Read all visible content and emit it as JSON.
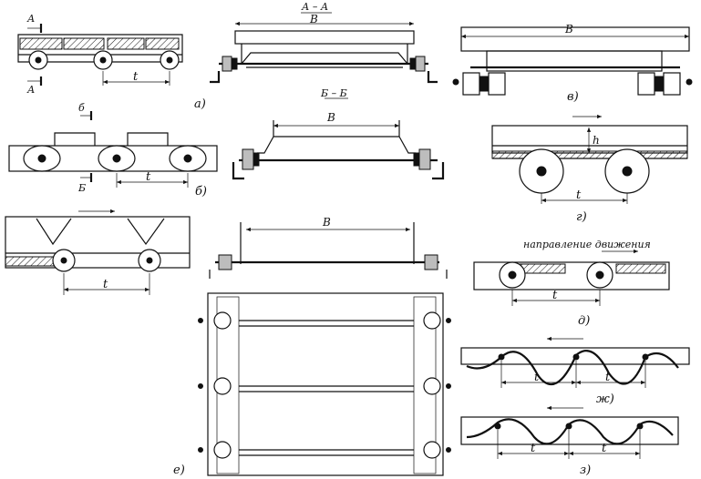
{
  "labels": {
    "a": "а)",
    "b": "б)",
    "v": "в)",
    "g": "г)",
    "d": "д)",
    "e": "е)",
    "zh": "ж)",
    "z": "з)"
  },
  "sections": {
    "aa": "А – А",
    "bb": "Б – Б",
    "cut_a_top": "А",
    "cut_a_bottom": "А",
    "cut_b_top": "б",
    "cut_b_bottom": "Б"
  },
  "dims": {
    "t_a": "t",
    "t_b": "t",
    "t_g": "t",
    "t_left": "t",
    "t_d": "t",
    "t_zh1": "t",
    "t_zh2": "t",
    "t_z1": "t",
    "t_z2": "t",
    "h_g": "h",
    "B_aa": "B",
    "B_bb": "B",
    "B_v": "B",
    "B_e": "B"
  },
  "captions": {
    "direction": "направление движения"
  }
}
